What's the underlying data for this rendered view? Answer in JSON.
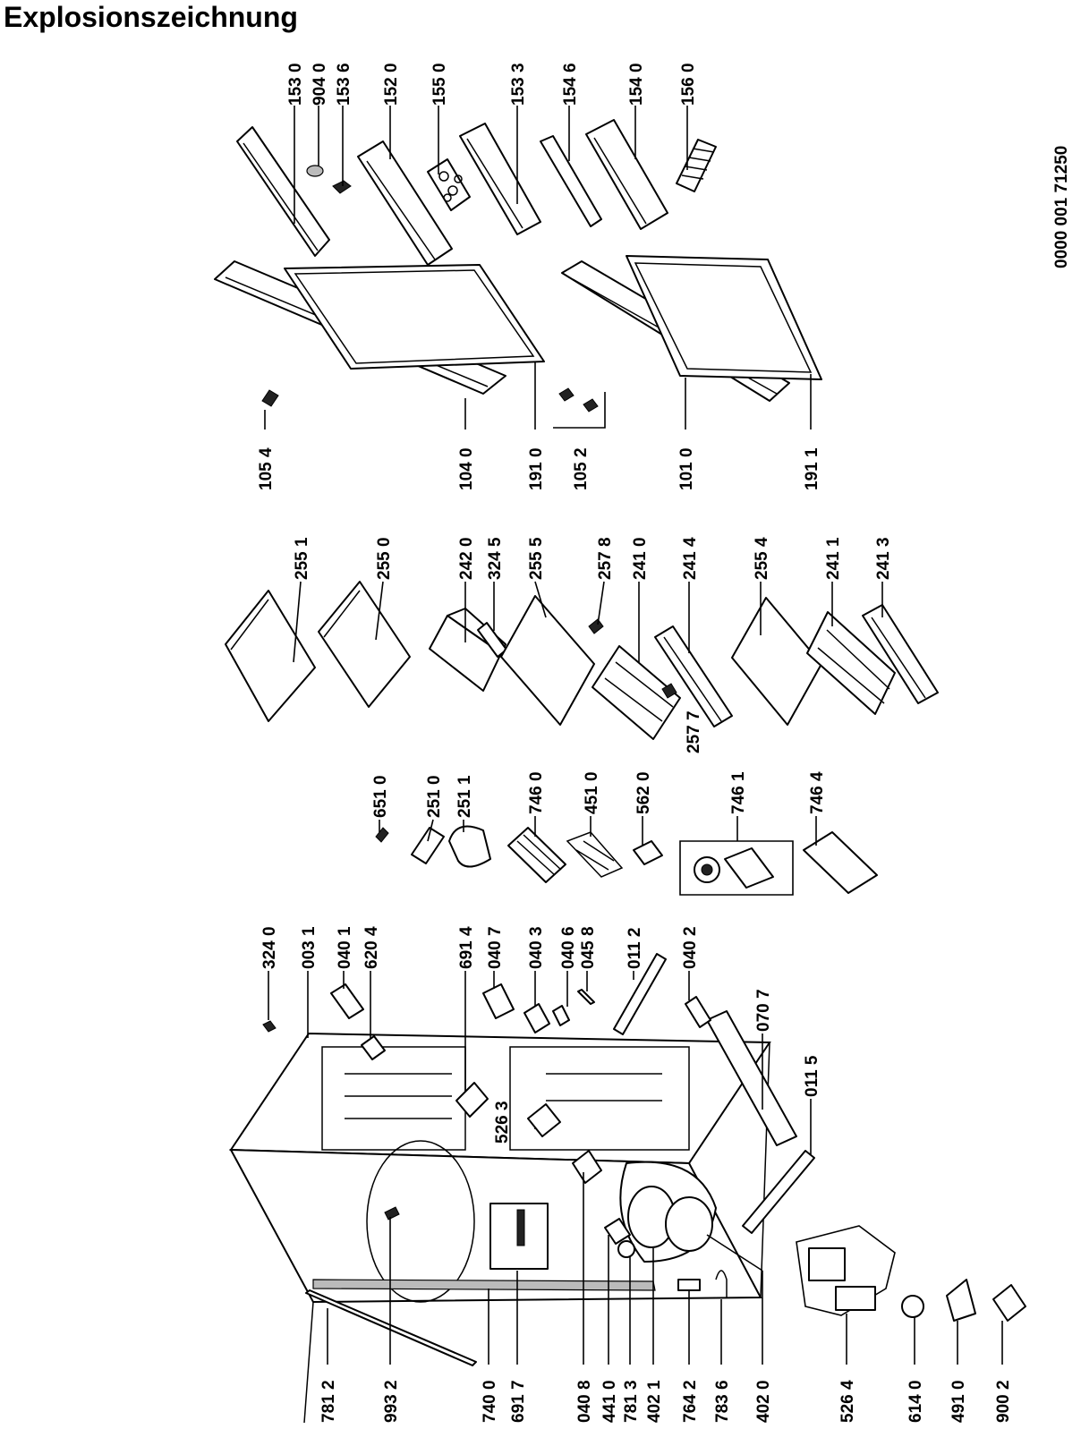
{
  "title": "Explosionszeichnung",
  "document_number": "0000 001 71250",
  "part_labels": [
    "153 0",
    "904 0",
    "153 6",
    "152 0",
    "155 0",
    "153 3",
    "154 6",
    "154 0",
    "156 0",
    "105 4",
    "104 0",
    "191 0",
    "105 2",
    "101 0",
    "191 1",
    "255 1",
    "255 0",
    "242 0",
    "324 5",
    "255 5",
    "257 8",
    "241 0",
    "241 4",
    "255 4",
    "241 1",
    "241 3",
    "257 7",
    "651 0",
    "251 0",
    "251 1",
    "746 0",
    "451 0",
    "562 0",
    "746 1",
    "746 4",
    "324 0",
    "003 1",
    "040 1",
    "620 4",
    "691 4",
    "040 7",
    "040 3",
    "040 6",
    "045 8",
    "011 2",
    "040 2",
    "070 7",
    "011 5",
    "526 3",
    "781 2",
    "993 2",
    "740 0",
    "691 7",
    "040 8",
    "441 0",
    "781 3",
    "402 1",
    "764 2",
    "783 6",
    "402 0",
    "526 4",
    "614 0",
    "491 0",
    "900 2"
  ]
}
